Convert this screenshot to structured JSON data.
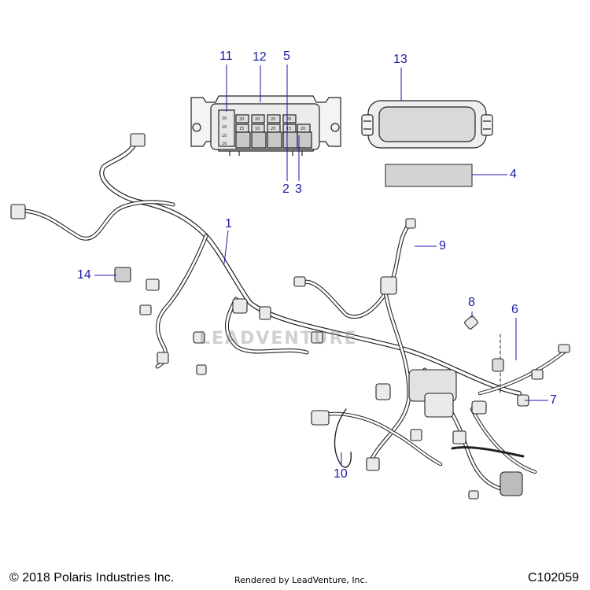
{
  "callouts": [
    "1",
    "2",
    "3",
    "4",
    "5",
    "6",
    "7",
    "8",
    "9",
    "10",
    "11",
    "12",
    "13",
    "14"
  ],
  "watermark": "LEADVENTURE",
  "footer": {
    "copyright": "© 2018 Polaris Industries Inc.",
    "rendered_by": "Rendered by LeadVenture, Inc.",
    "drawing_code": "C102059"
  },
  "fuse_labels": [
    "20",
    "10",
    "10",
    "20",
    "20",
    "20",
    "20",
    "15",
    "10",
    "20",
    "15",
    "20",
    "20"
  ],
  "colors": {
    "callout": "#1a1aa8",
    "line": "#222222",
    "part_fill": "#f2f2f2",
    "shade": "#cfcfcf"
  }
}
